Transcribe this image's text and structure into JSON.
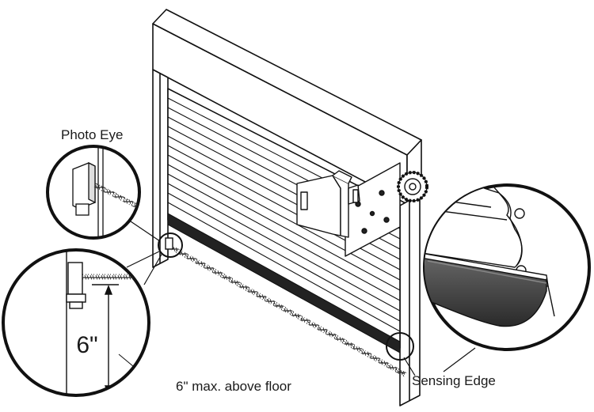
{
  "labels": {
    "photo_eye": "Photo Eye",
    "sensing_edge": "Sensing Edge",
    "height_value": "6\"",
    "height_note": "6\" max. above floor"
  }
}
